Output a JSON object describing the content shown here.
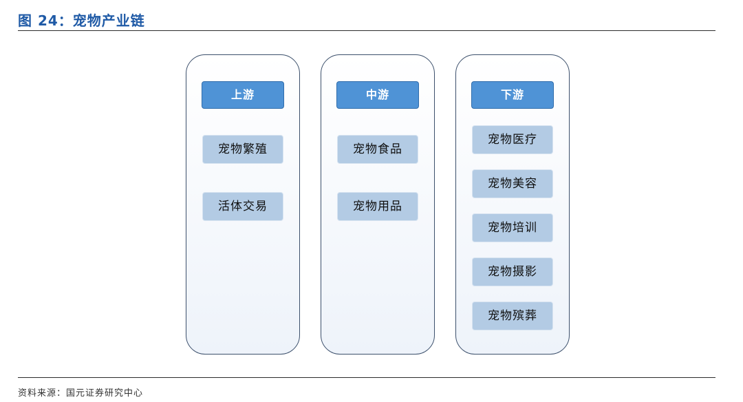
{
  "figure": {
    "title": "图 24：宠物产业链",
    "source": "资料来源：国元证券研究中心"
  },
  "columns": [
    {
      "header": "上游",
      "items": [
        "宠物繁殖",
        "活体交易"
      ]
    },
    {
      "header": "中游",
      "items": [
        "宠物食品",
        "宠物用品"
      ]
    },
    {
      "header": "下游",
      "items": [
        "宠物医疗",
        "宠物美容",
        "宠物培训",
        "宠物摄影",
        "宠物殡葬"
      ]
    }
  ],
  "colors": {
    "title": "#1f5aa6",
    "header_fill": "#4f93d6",
    "item_fill": "#b3cbe4",
    "column_border": "#3b4f6b"
  }
}
